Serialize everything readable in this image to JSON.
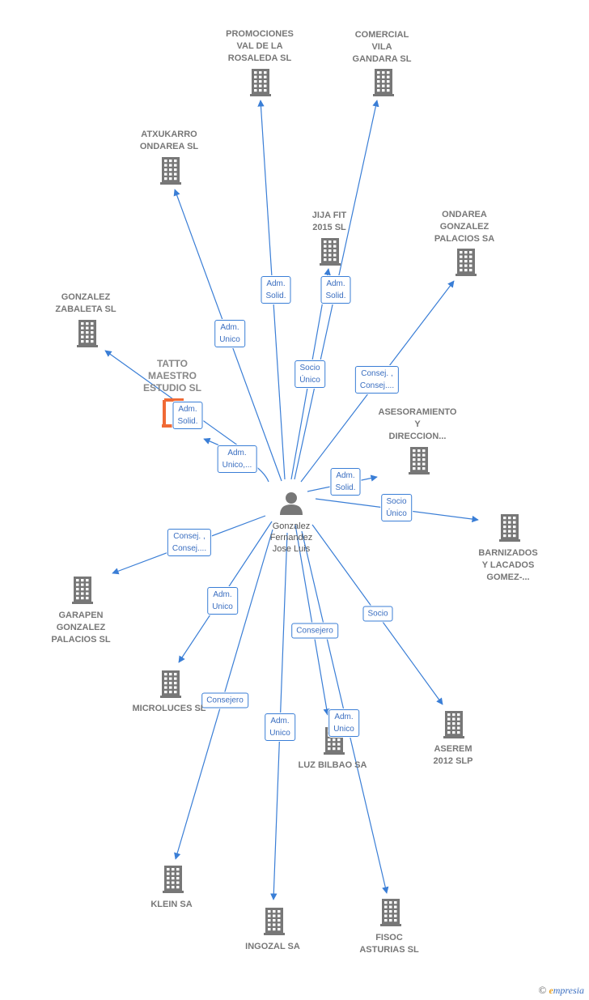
{
  "colors": {
    "edge": "#3a7ed6",
    "building": "#777777",
    "highlight": "#f06a35",
    "person": "#777777"
  },
  "center": {
    "name": "Gonzalez\nFernandez\nJose Luis",
    "icon": "person-icon"
  },
  "nodes": [
    {
      "id": "promociones",
      "label": "PROMOCIONES\nVAL DE LA\nROSALEDA SL",
      "icon": "building-icon"
    },
    {
      "id": "comercial",
      "label": "COMERCIAL\nVILA\nGANDARA SL",
      "icon": "building-icon"
    },
    {
      "id": "atxukarro",
      "label": "ATXUKARRO\nONDAREA  SL",
      "icon": "building-icon"
    },
    {
      "id": "jija",
      "label": "JIJA FIT\n2015  SL",
      "icon": "building-icon"
    },
    {
      "id": "ondarea",
      "label": "ONDAREA\nGONZALEZ\nPALACIOS SA",
      "icon": "building-icon"
    },
    {
      "id": "gonzalez_zabaleta",
      "label": "GONZALEZ\nZABALETA SL",
      "icon": "building-icon"
    },
    {
      "id": "tatto",
      "label": "TATTO\nMAESTRO\nESTUDIO  SL",
      "icon": "building-icon",
      "highlight": true
    },
    {
      "id": "asesoramiento",
      "label": "ASESORAMIENTO\nY\nDIRECCION...",
      "icon": "building-icon"
    },
    {
      "id": "barnizados",
      "label": "BARNIZADOS\nY LACADOS\nGOMEZ-...",
      "icon": "building-icon"
    },
    {
      "id": "garapen",
      "label": "GARAPEN\nGONZALEZ\nPALACIOS  SL",
      "icon": "building-icon"
    },
    {
      "id": "microluces",
      "label": "MICROLUCES SL",
      "icon": "building-icon"
    },
    {
      "id": "luz_bilbao",
      "label": "LUZ BILBAO SA",
      "icon": "building-icon"
    },
    {
      "id": "aserem",
      "label": "ASEREM\n2012 SLP",
      "icon": "building-icon"
    },
    {
      "id": "klein",
      "label": "KLEIN SA",
      "icon": "building-icon"
    },
    {
      "id": "ingozal",
      "label": "INGOZAL SA",
      "icon": "building-icon"
    },
    {
      "id": "fisoc",
      "label": "FISOC\nASTURIAS  SL",
      "icon": "building-icon"
    }
  ],
  "edges": [
    {
      "to": "promociones",
      "label": "Adm.\nSolid."
    },
    {
      "to": "comercial",
      "label": "Adm.\nSolid."
    },
    {
      "to": "atxukarro",
      "label": "Adm.\nUnico"
    },
    {
      "to": "jija",
      "label": "Socio\nÚnico"
    },
    {
      "to": "ondarea",
      "label": "Consej. ,\nConsej...."
    },
    {
      "to": "gonzalez_zabaleta",
      "label": "Adm.\nSolid."
    },
    {
      "to": "tatto",
      "label": "Adm.\nUnico,..."
    },
    {
      "to": "asesoramiento",
      "label": "Adm.\nSolid."
    },
    {
      "to": "barnizados",
      "label": "Socio\nÚnico"
    },
    {
      "to": "garapen",
      "label": "Consej. ,\nConsej...."
    },
    {
      "to": "microluces",
      "label": "Adm.\nUnico"
    },
    {
      "to": "luz_bilbao",
      "label": "Consejero"
    },
    {
      "to": "aserem",
      "label": "Socio"
    },
    {
      "to": "klein",
      "label": "Consejero"
    },
    {
      "to": "ingozal",
      "label": "Adm.\nUnico"
    },
    {
      "to": "fisoc",
      "label": "Adm.\nUnico"
    }
  ],
  "footer": {
    "copyright": "©",
    "brand_first": "e",
    "brand_rest": "mpresia"
  }
}
